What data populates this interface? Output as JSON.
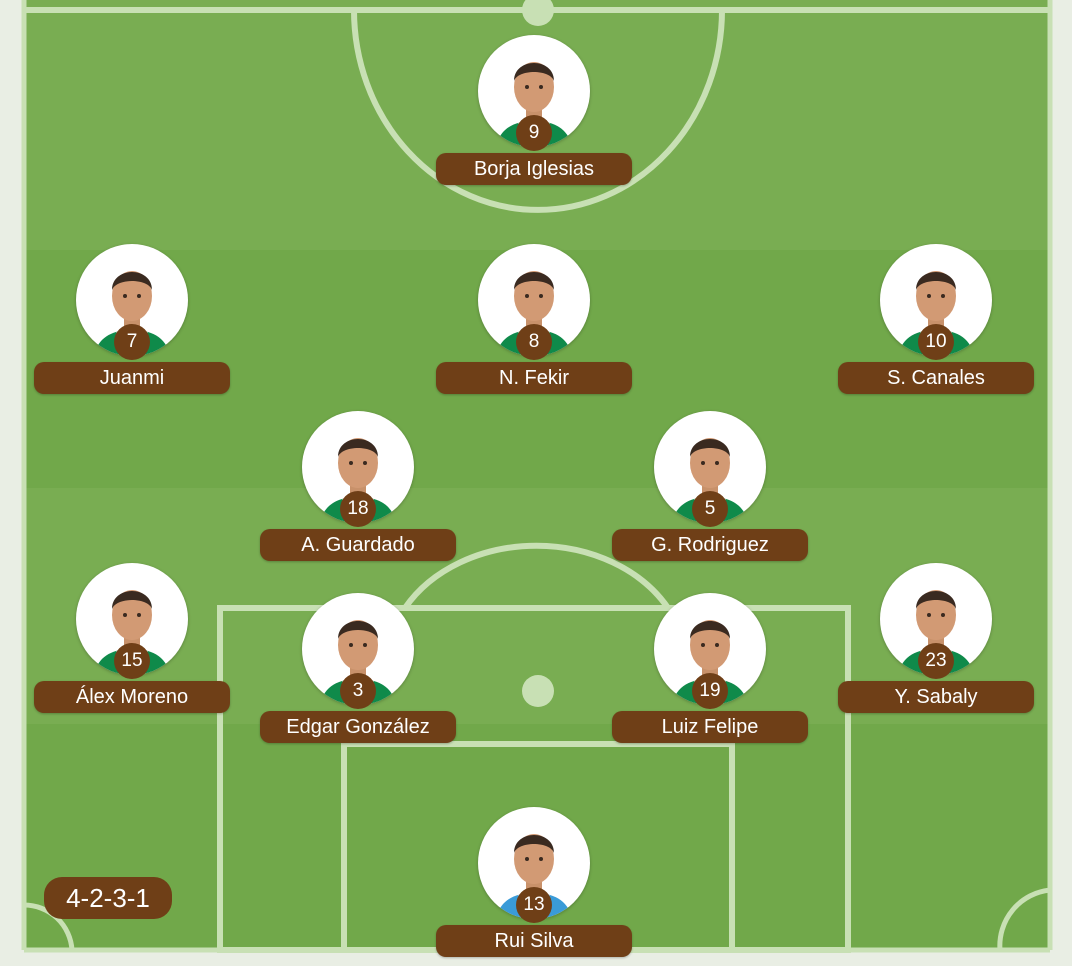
{
  "formation": "4-2-3-1",
  "colors": {
    "pitch_light": "#79ad52",
    "pitch_dark": "#6ea548",
    "line": "#c8e0b4",
    "badge": "#6f3f17",
    "kit_green": "#0f8a4a",
    "keeper_kit": "#3a9bd8"
  },
  "players": [
    {
      "number": "9",
      "name": "Borja Iglesias"
    },
    {
      "number": "7",
      "name": "Juanmi"
    },
    {
      "number": "8",
      "name": "N. Fekir"
    },
    {
      "number": "10",
      "name": "S. Canales"
    },
    {
      "number": "18",
      "name": "A. Guardado"
    },
    {
      "number": "5",
      "name": "G. Rodriguez"
    },
    {
      "number": "15",
      "name": "Álex Moreno"
    },
    {
      "number": "3",
      "name": "Edgar González"
    },
    {
      "number": "19",
      "name": "Luiz Felipe"
    },
    {
      "number": "23",
      "name": "Y. Sabaly"
    },
    {
      "number": "13",
      "name": "Rui Silva"
    }
  ]
}
